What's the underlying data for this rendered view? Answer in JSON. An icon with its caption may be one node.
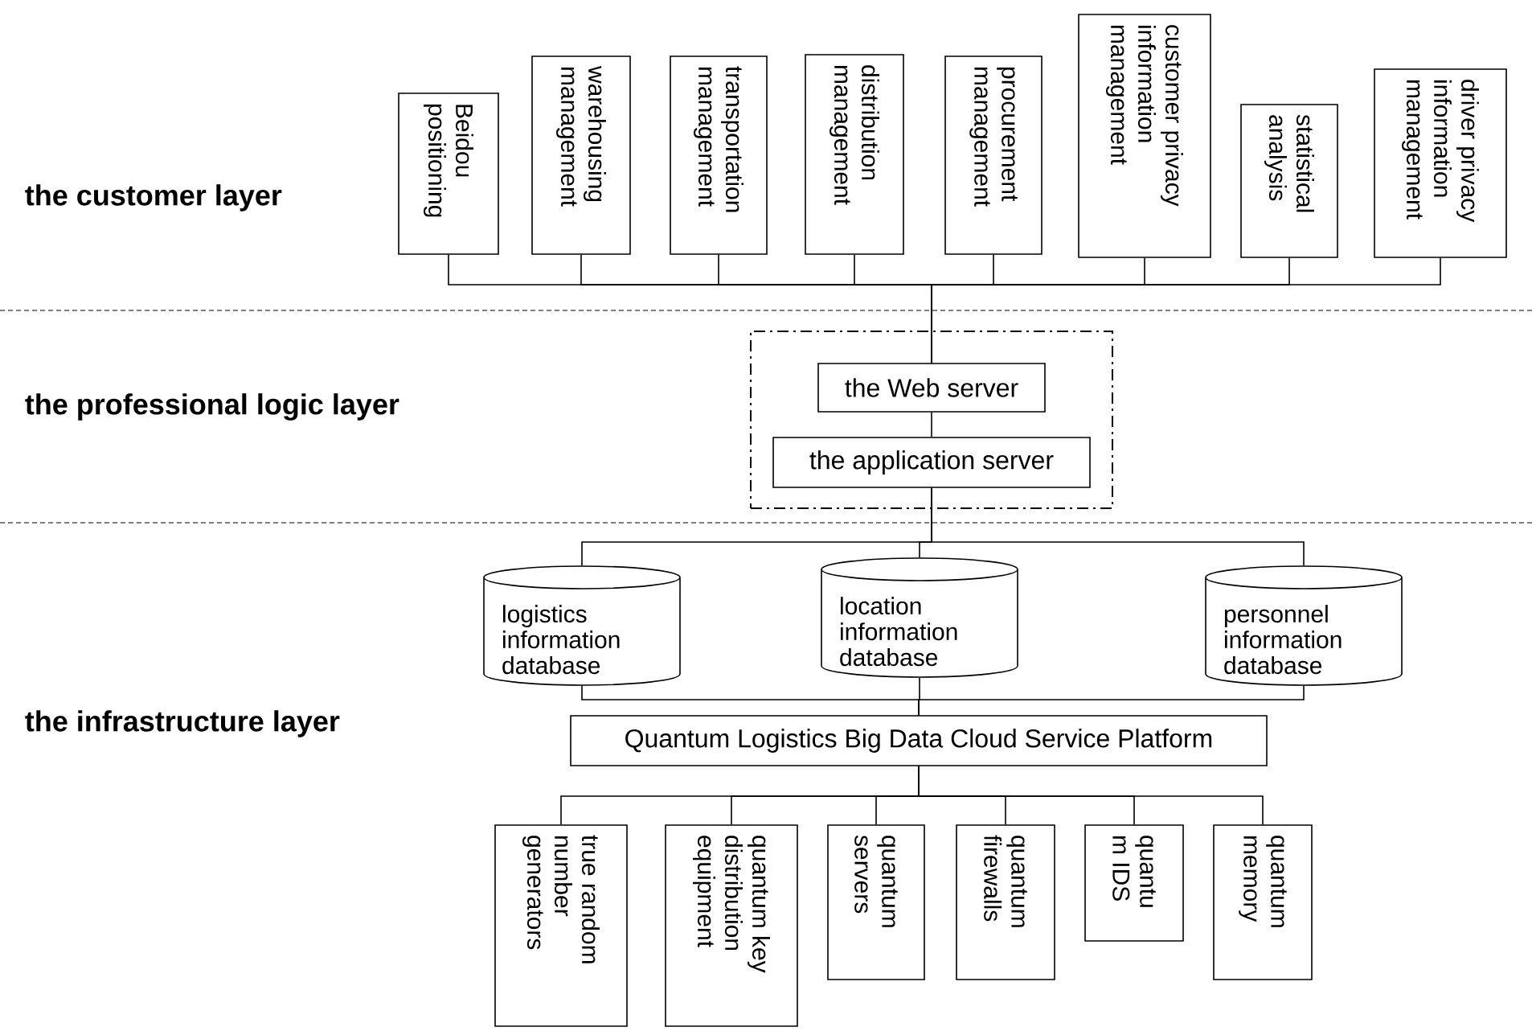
{
  "diagram": {
    "nodes": [
      {
        "text": [
          "Beidou positioning"
        ]
      },
      {
        "text": [
          "warehousing management"
        ]
      },
      {
        "text": [
          "transportation management"
        ]
      },
      {
        "text": [
          "distribution management"
        ]
      },
      {
        "text": [
          "procurement management"
        ]
      },
      {
        "text": [
          "customer privacy information management"
        ]
      },
      {
        "text": [
          "statistical analysis"
        ]
      },
      {
        "text": [
          "driver privacy information management"
        ]
      },
      {
        "text": [],
        "shape": "box"
      },
      {
        "text": [
          "the Web server"
        ],
        "in": 8
      },
      {
        "text": [
          "the application server"
        ],
        "in": 8
      },
      {
        "text": [
          "logistics information database"
        ]
      },
      {
        "text": [
          "location information database"
        ]
      },
      {
        "text": [
          "personnel information database"
        ]
      },
      {
        "text": [
          "Quantum Logistics Big Data Cloud Service Platform"
        ]
      },
      {
        "text": [
          "true random number generators"
        ]
      },
      {
        "text": [
          "quantum key distribution equipment"
        ]
      },
      {
        "text": [
          "quantum servers"
        ]
      },
      {
        "text": [
          "quantum firewalls"
        ]
      },
      {
        "text": [
          "quantu m IDS"
        ]
      },
      {
        "text": [
          "quantum memory"
        ]
      }
    ],
    "edges": [
      {
        "from": 0,
        "to": 9,
        "arrow": "none"
      },
      {
        "from": 1,
        "to": 9,
        "arrow": "none"
      },
      {
        "from": 2,
        "to": 9,
        "arrow": "none"
      },
      {
        "from": 3,
        "to": 9,
        "arrow": "none"
      },
      {
        "from": 4,
        "to": 9,
        "arrow": "none"
      },
      {
        "from": 5,
        "to": 9,
        "arrow": "none"
      },
      {
        "from": 6,
        "to": 9,
        "arrow": "none"
      },
      {
        "from": 7,
        "to": 9,
        "arrow": "none"
      },
      {
        "from": 9,
        "to": 10,
        "arrow": "none"
      },
      {
        "from": 10,
        "to": 11,
        "arrow": "none"
      },
      {
        "from": 10,
        "to": 12,
        "arrow": "none"
      },
      {
        "from": 10,
        "to": 13,
        "arrow": "none"
      },
      {
        "from": 11,
        "to": 14,
        "arrow": "none"
      },
      {
        "from": 12,
        "to": 14,
        "arrow": "none"
      },
      {
        "from": 13,
        "to": 14,
        "arrow": "none"
      },
      {
        "from": 14,
        "to": 15,
        "arrow": "none"
      },
      {
        "from": 14,
        "to": 16,
        "arrow": "none"
      },
      {
        "from": 14,
        "to": 17,
        "arrow": "none"
      },
      {
        "from": 14,
        "to": 18,
        "arrow": "none"
      },
      {
        "from": 14,
        "to": 19,
        "arrow": "none"
      },
      {
        "from": 14,
        "to": 20,
        "arrow": "none"
      }
    ],
    "labels": [
      "the customer layer",
      "the professional logic layer",
      "the infrastructure layer"
    ]
  }
}
